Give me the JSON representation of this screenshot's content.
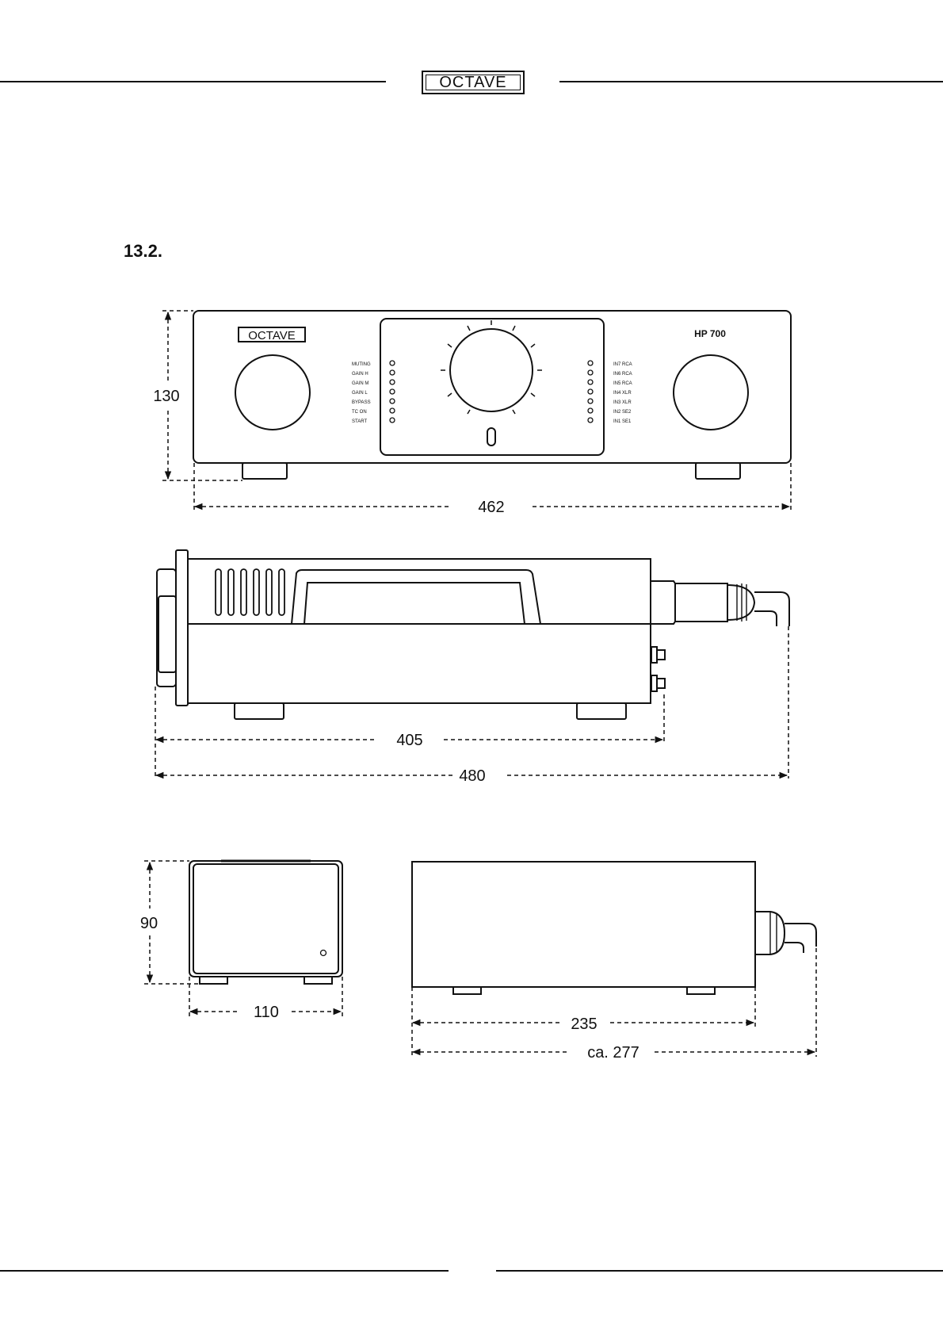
{
  "header": {
    "logo_text": "OCTAVE"
  },
  "section": {
    "number": "13.2."
  },
  "front_view": {
    "brand_logo": "OCTAVE",
    "model_label": "HP 700",
    "left_leds": [
      "MUTING",
      "GAIN H",
      "GAIN M",
      "GAIN L",
      "BYPASS",
      "TC ON",
      "START"
    ],
    "right_leds": [
      "IN7 RCA",
      "IN6 RCA",
      "IN5 RCA",
      "IN4 XLR",
      "IN3 XLR",
      "IN2 SE2",
      "IN1 SE1"
    ],
    "height_dim": "130",
    "width_dim": "462"
  },
  "side_view": {
    "depth_dim": "405",
    "total_depth_dim": "480"
  },
  "psu_front": {
    "height_dim": "90",
    "width_dim": "110"
  },
  "psu_side": {
    "depth_dim": "235",
    "total_depth_dim": "ca. 277"
  },
  "colors": {
    "line": "#111111",
    "background": "#ffffff"
  }
}
